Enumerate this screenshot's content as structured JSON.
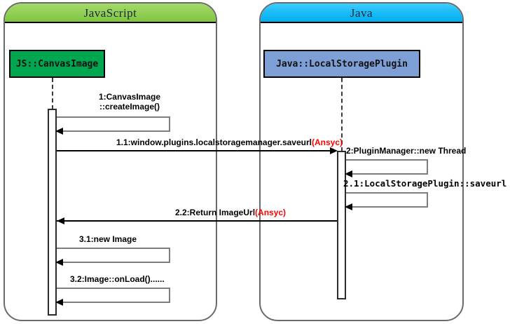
{
  "diagram": {
    "type": "sequence-diagram",
    "title": "JavaScript to Java LocalStoragePlugin sequence",
    "colors": {
      "js_header": "#7fc63f",
      "java_header": "#00aeef",
      "js_participant": "#00a650",
      "java_participant": "#7e9fd6",
      "async_text": "#ff0000",
      "arrow": "#5a5a5a",
      "lane_border": "#6b6b6b"
    }
  },
  "lanes": [
    {
      "id": "javascript",
      "title": "JavaScript",
      "participant": "JS::CanvasImage"
    },
    {
      "id": "java",
      "title": "Java",
      "participant": "Java::LocalStoragePlugin"
    }
  ],
  "messages": [
    {
      "id": "m1",
      "kind": "self-call",
      "lane": "javascript",
      "label_line1": "1:CanvasImage",
      "label_line2": "::createImage()"
    },
    {
      "id": "m1_1",
      "kind": "cross-call",
      "from": "javascript",
      "to": "java",
      "label": "1.1:window.plugins.localstoragemanager.saveurl",
      "async_tag": "(Ansyc)"
    },
    {
      "id": "m2",
      "kind": "self-call",
      "lane": "java",
      "label": "2:PluginManager::new Thread"
    },
    {
      "id": "m2_1",
      "kind": "self-call",
      "lane": "java",
      "label": "2.1:LocalStoragePlugin::saveurl"
    },
    {
      "id": "m2_2",
      "kind": "cross-return",
      "from": "java",
      "to": "javascript",
      "label": "2.2:Return ImageUrl",
      "async_tag": "(Ansyc)"
    },
    {
      "id": "m3_1",
      "kind": "self-call",
      "lane": "javascript",
      "label": "3.1:new Image"
    },
    {
      "id": "m3_2",
      "kind": "self-call",
      "lane": "javascript",
      "label": "3.2:Image::onLoad()......"
    }
  ]
}
